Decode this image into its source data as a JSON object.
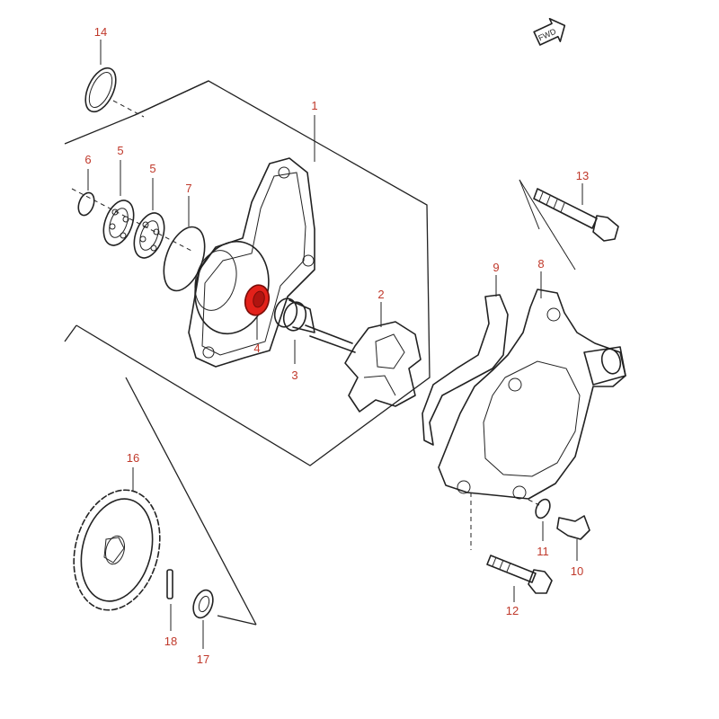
{
  "colors": {
    "callout_text": "#c0392b",
    "highlight": "#e3211a",
    "line": "#222222"
  },
  "fwd_label": "FWD",
  "callouts": {
    "c1": "1",
    "c2": "2",
    "c3": "3",
    "c4": "4",
    "c5a": "5",
    "c5b": "5",
    "c6": "6",
    "c7": "7",
    "c8": "8",
    "c9": "9",
    "c10": "10",
    "c11": "11",
    "c12": "12",
    "c13": "13",
    "c14": "14",
    "c16": "16",
    "c17": "17",
    "c18": "18"
  },
  "highlighted_part": "4"
}
